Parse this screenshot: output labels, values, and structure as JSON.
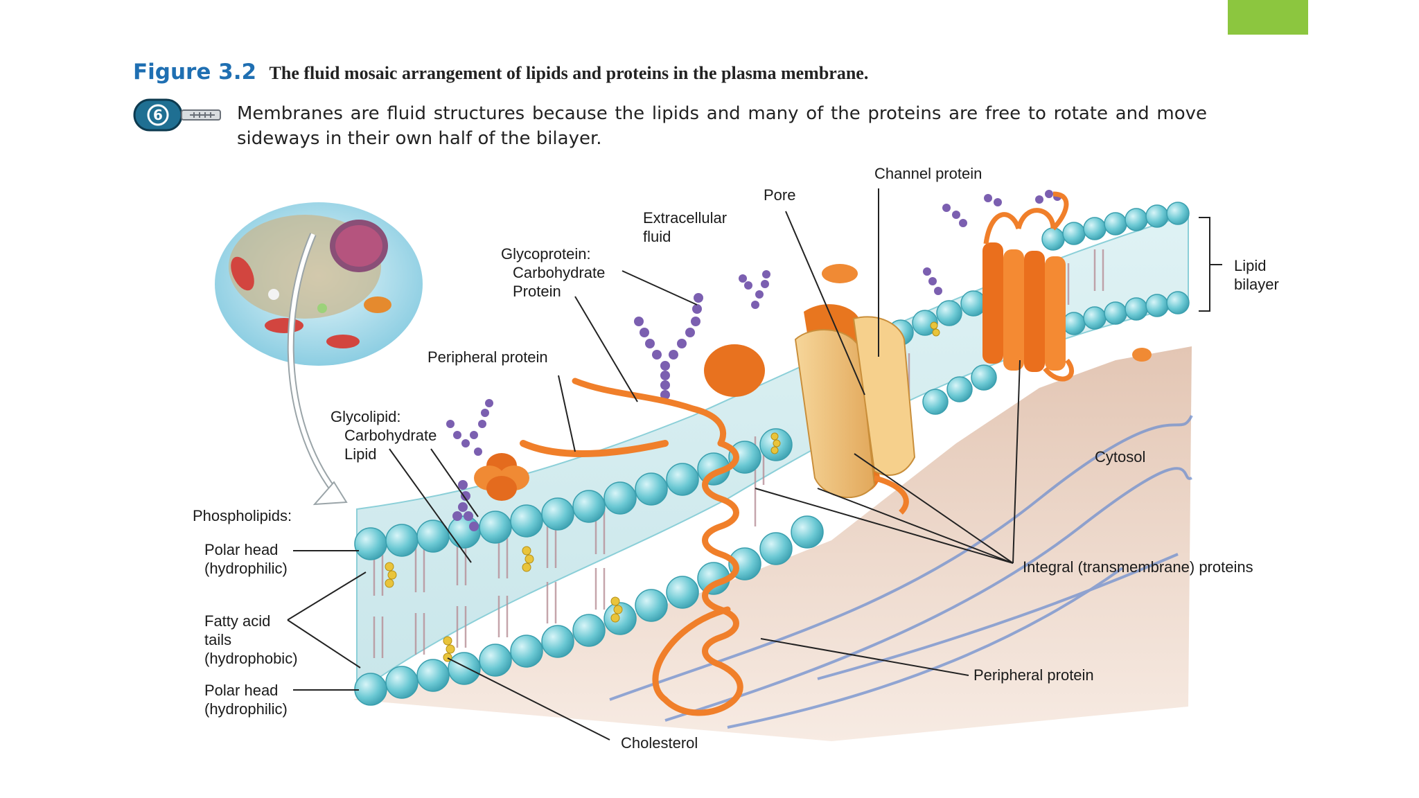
{
  "figure": {
    "number": "Figure 3.2",
    "title": "The fluid mosaic arrangement of lipids and proteins in the plasma membrane.",
    "key_badge": "6",
    "caption": "Membranes are fluid structures because the lipids and many of the proteins are free to rotate and move sideways in their own half of the bilayer."
  },
  "labels": {
    "channel_protein": "Channel protein",
    "pore": "Pore",
    "extracellular_fluid": [
      "Extracellular",
      "fluid"
    ],
    "glycoprotein": [
      "Glycoprotein:",
      "Carbohydrate",
      "Protein"
    ],
    "peripheral_protein_top": "Peripheral protein",
    "glycolipid": [
      "Glycolipid:",
      "Carbohydrate",
      "Lipid"
    ],
    "phospholipids": "Phospholipids:",
    "polar_head_top": [
      "Polar head",
      "(hydrophilic)"
    ],
    "fatty_acid_tails": [
      "Fatty acid",
      "tails",
      "(hydrophobic)"
    ],
    "polar_head_bottom": [
      "Polar head",
      "(hydrophilic)"
    ],
    "cholesterol": "Cholesterol",
    "peripheral_protein_bottom": "Peripheral protein",
    "integral_proteins": "Integral (transmembrane) proteins",
    "cytosol": "Cytosol",
    "lipid_bilayer": [
      "Lipid",
      "bilayer"
    ]
  },
  "colors": {
    "accent": "#8cc63f",
    "figure_number": "#1f6fb2",
    "lipid_head": "#6cc9d4",
    "protein": "#f07f2a",
    "carbohydrate": "#7b5fb0",
    "cytosol": "#ecd3c2",
    "channel_core": "#eec07a"
  }
}
